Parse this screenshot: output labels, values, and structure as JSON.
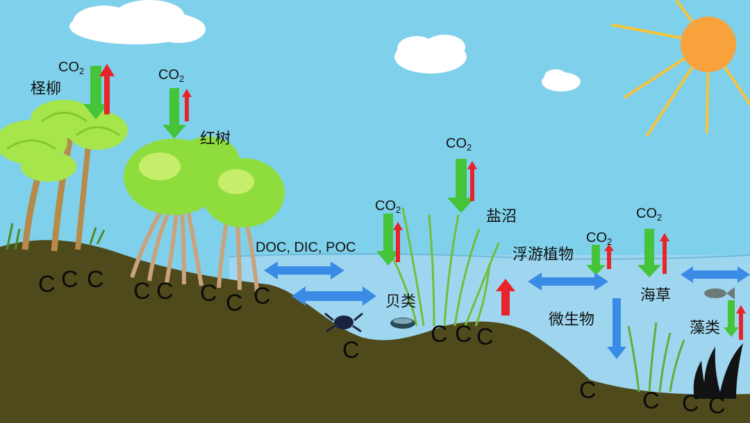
{
  "colors": {
    "sky": "#7fd0ea",
    "sea": "#9fd6ef",
    "ground": "#4f4a1c",
    "sun": "#f7a23a",
    "uptake_arrow": "#45c43a",
    "release_arrow": "#e8232a",
    "exchange_arrow": "#3a8be6"
  },
  "labels": {
    "tamarisk": "柽柳",
    "mangrove": "红树",
    "salt_marsh": "盐沼",
    "shellfish": "贝类",
    "phytoplankton": "浮游植物",
    "microbes": "微生物",
    "seagrass": "海草",
    "algae": "藻类",
    "carbon_forms": "DOC, DIC, POC"
  },
  "co2": {
    "base": "CO",
    "subscript": "2"
  },
  "carbon_symbol": "C"
}
